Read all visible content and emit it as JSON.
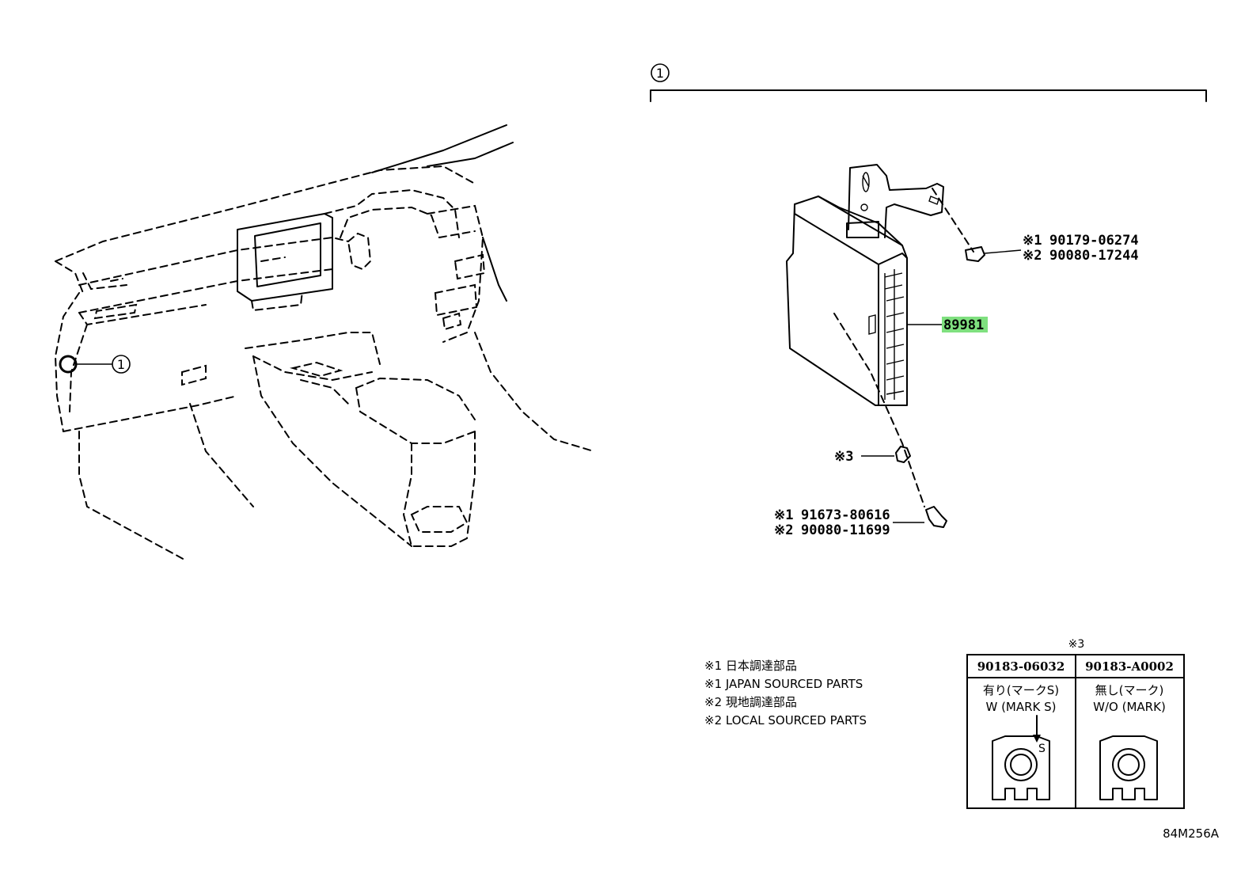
{
  "callout": {
    "number": "1"
  },
  "main_part": {
    "number": "89981",
    "highlight": "#7fe07f"
  },
  "bolt_nut": {
    "note1_mark": "※1",
    "note1_part": "90179-06274",
    "note2_mark": "※2",
    "note2_part": "90080-17244"
  },
  "clip": {
    "mark": "※3"
  },
  "screw": {
    "note1_mark": "※1",
    "note1_part": "91673-80616",
    "note2_mark": "※2",
    "note2_part": "90080-11699"
  },
  "legend": {
    "line1": "※1 日本調達部品",
    "line2": "※1 JAPAN SOURCED PARTS",
    "line3": "※2 現地調達部品",
    "line4": "※2 LOCAL SOURCED PARTS"
  },
  "table": {
    "title": "※3",
    "col1_part": "90183-06032",
    "col1_jp": "有り(マークS)",
    "col1_en": "W (MARK S)",
    "col1_mark": "S",
    "col2_part": "90183-A0002",
    "col2_jp": "無し(マーク)",
    "col2_en": "W/O (MARK)"
  },
  "diagram_code": "84M256A"
}
